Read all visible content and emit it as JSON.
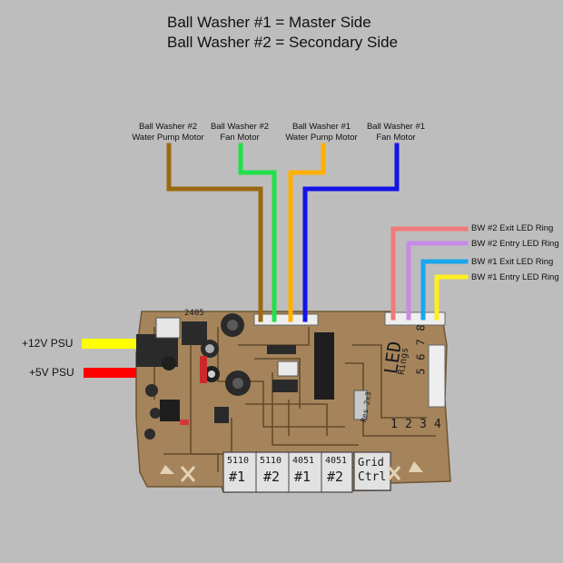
{
  "header": {
    "line1": "Ball Washer #1 = Master Side",
    "line2": "Ball Washer #2 = Secondary Side"
  },
  "motor_labels": [
    {
      "line1": "Ball Washer #2",
      "line2": "Water Pump Motor",
      "color": "#9a6a10"
    },
    {
      "line1": "Ball Washer #2",
      "line2": "Fan Motor",
      "color": "#22e04a"
    },
    {
      "line1": "Ball Washer #1",
      "line2": "Water Pump Motor",
      "color": "#ffb000"
    },
    {
      "line1": "Ball Washer #1",
      "line2": "Fan Motor",
      "color": "#1414e6"
    }
  ],
  "led_labels": [
    {
      "text": "BW #2 Exit LED Ring",
      "color": "#f07a7a"
    },
    {
      "text": "BW #2 Entry LED Ring",
      "color": "#c98ae6"
    },
    {
      "text": "BW #1 Exit LED Ring",
      "color": "#1aa6ea"
    },
    {
      "text": "BW #1 Entry LED Ring",
      "color": "#ffee20"
    }
  ],
  "psu_labels": [
    {
      "text": "+12V PSU",
      "color": "#ffff00"
    },
    {
      "text": "+5V PSU",
      "color": "#ff0000"
    }
  ],
  "board": {
    "connector_labels": [
      "5110",
      "5110",
      "4051",
      "4051",
      "Grid"
    ],
    "connector_sublabels": [
      "#1",
      "#2",
      "#1",
      "#2",
      "Ctrl"
    ],
    "led_text": "LED",
    "rings_text": "Rings",
    "pin_numbers_top": [
      "5",
      "6",
      "7",
      "8"
    ],
    "pin_numbers_bottom": [
      "1",
      "2",
      "3",
      "4"
    ],
    "corner_text": "2405",
    "small_text": "Res 2x3"
  }
}
